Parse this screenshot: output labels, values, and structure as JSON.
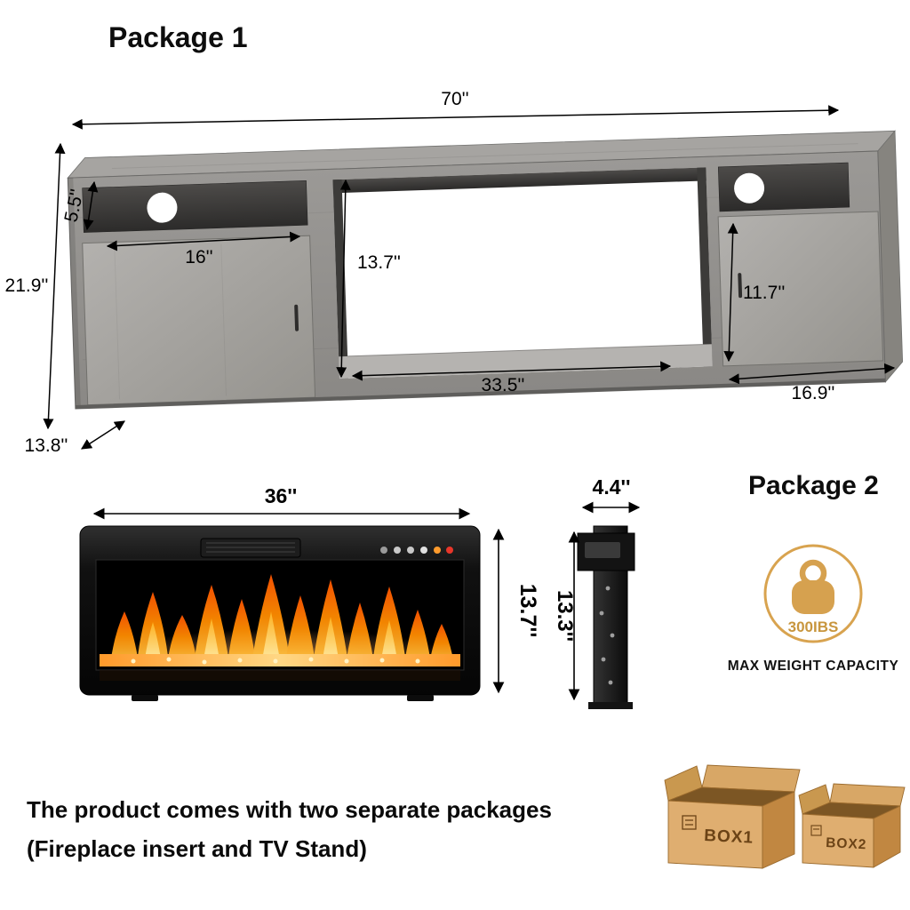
{
  "package1": {
    "title": "Package 1",
    "dims": {
      "width": "70''",
      "shelf_height": "5.5''",
      "left_door_width": "16''",
      "total_height": "21.9''",
      "middle_height": "13.7''",
      "middle_width": "33.5''",
      "right_door_height": "11.7''",
      "right_door_width": "16.9''",
      "depth": "13.8''"
    }
  },
  "package2": {
    "title": "Package 2",
    "dims": {
      "fireplace_width": "36''",
      "fireplace_height": "13.7''",
      "side_depth": "4.4''",
      "side_height": "13.3''"
    },
    "weight_badge": {
      "capacity": "300IBS",
      "label": "MAX WEIGHT CAPACITY"
    }
  },
  "footer": {
    "line1": "The product comes with two separate packages",
    "line2": "(Fireplace insert and TV Stand)",
    "box1": "BOX1",
    "box2": "BOX2"
  }
}
